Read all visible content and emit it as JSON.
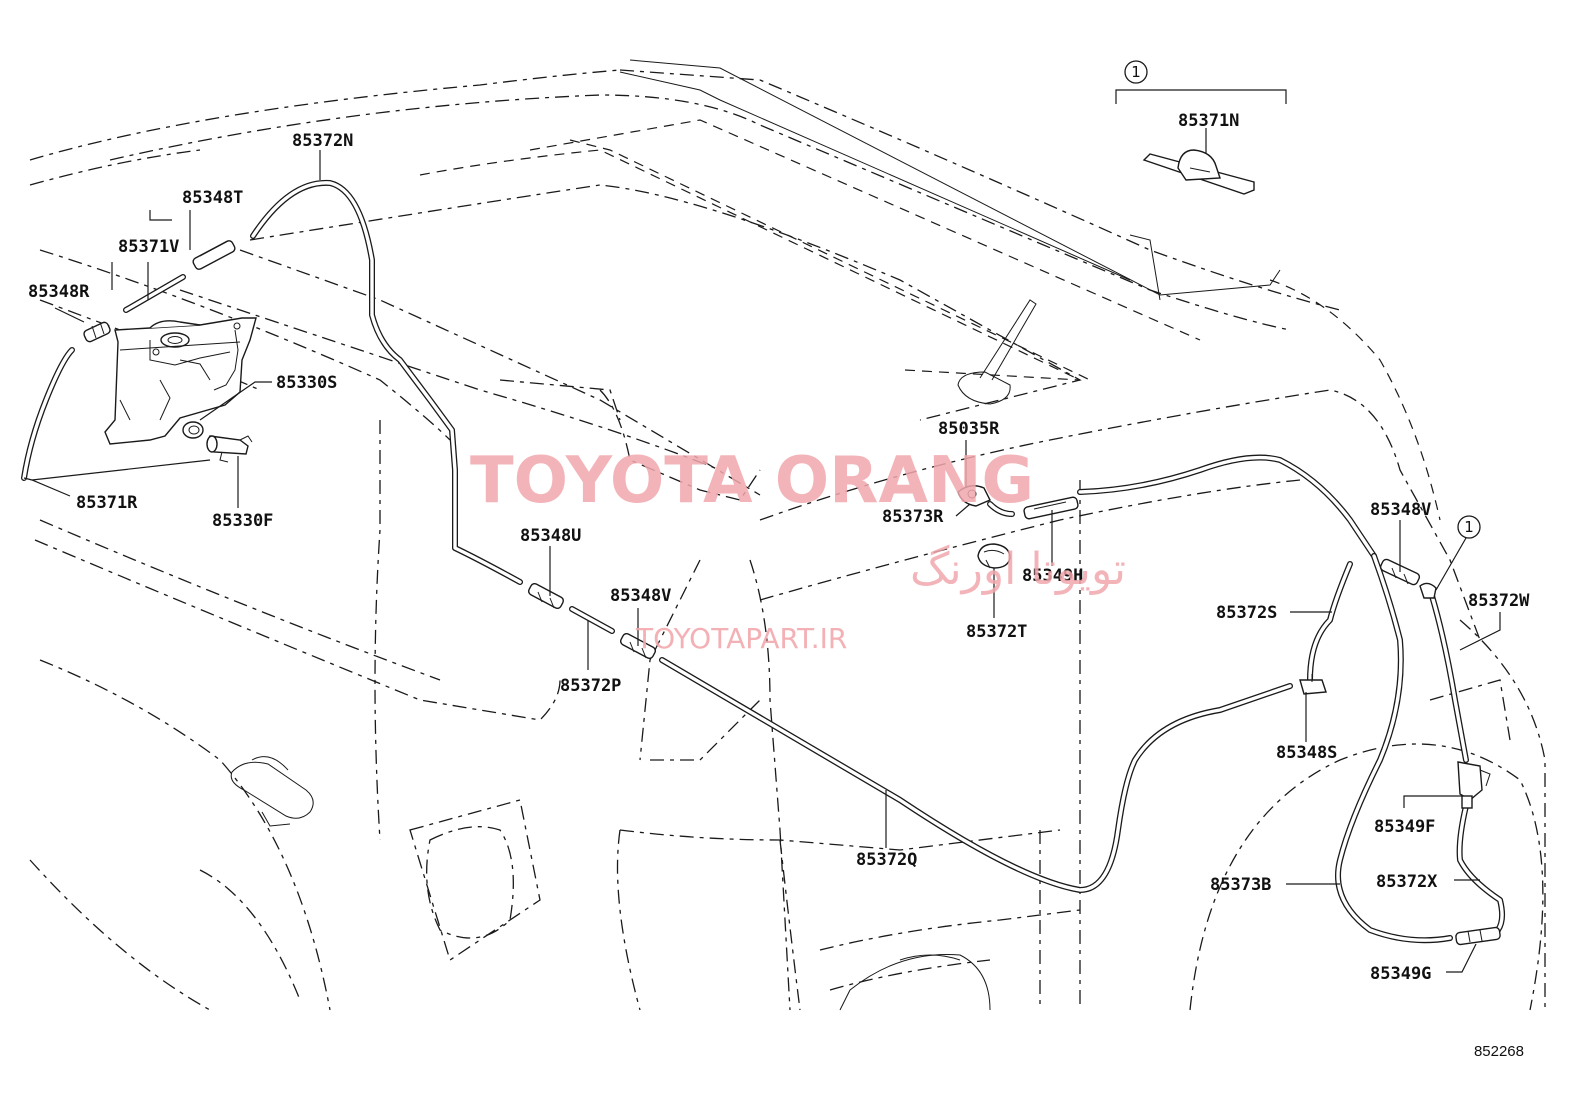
{
  "diagram": {
    "ref_number": "852268",
    "callout_symbol": "1",
    "watermark": {
      "title": "TOYOTA ORANG",
      "persian": "تویوتا اورنگ",
      "site": "TOYOTAPART.IR"
    },
    "labels": {
      "p85372N": "85372N",
      "p85348T": "85348T",
      "p85371V": "85371V",
      "p85348R": "85348R",
      "p85330S": "85330S",
      "p85371R": "85371R",
      "p85330F": "85330F",
      "p85348U": "85348U",
      "p85348V_a": "85348V",
      "p85372P": "85372P",
      "p85372Q": "85372Q",
      "p85371N": "85371N",
      "p85035R": "85035R",
      "p85373R": "85373R",
      "p85349H": "85349H",
      "p85372T": "85372T",
      "p85348V_b": "85348V",
      "p85372S": "85372S",
      "p85372W": "85372W",
      "p85348S": "85348S",
      "p85349F": "85349F",
      "p85373B": "85373B",
      "p85372X": "85372X",
      "p85349G": "85349G"
    }
  }
}
